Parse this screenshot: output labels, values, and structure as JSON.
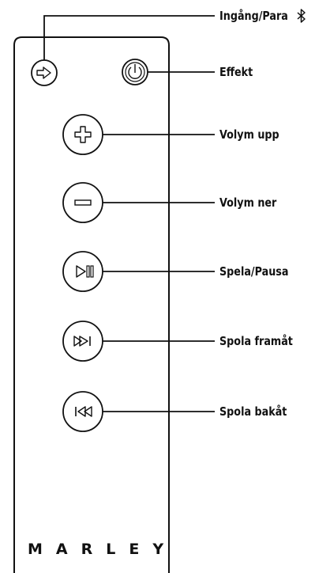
{
  "brand": "MARLEY",
  "callouts": {
    "input_pair": "Ingång/Para",
    "power": "Effekt",
    "volume_up": "Volym upp",
    "volume_down": "Volym ner",
    "play_pause": "Spela/Pausa",
    "skip_forward": "Spola framåt",
    "skip_back": "Spola bakåt"
  },
  "icons": {
    "input": "arrow-right-outline-icon",
    "bluetooth": "bluetooth-icon",
    "power": "power-icon",
    "volume_up": "plus-icon",
    "volume_down": "minus-icon",
    "play_pause": "play-pause-icon",
    "skip_forward": "skip-forward-icon",
    "skip_back": "skip-back-icon"
  },
  "colors": {
    "line": "#111111",
    "background": "#ffffff"
  }
}
